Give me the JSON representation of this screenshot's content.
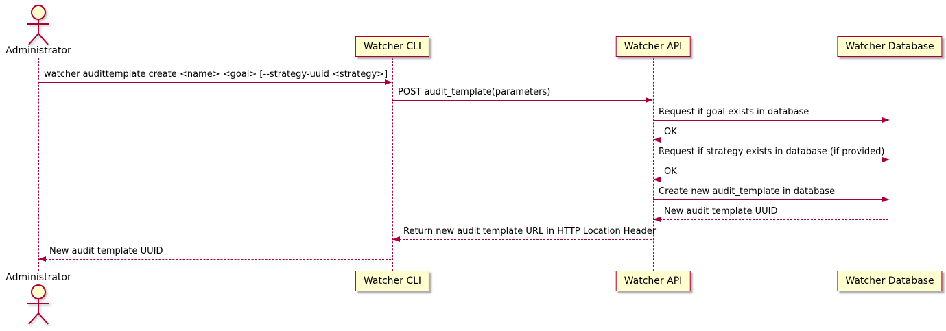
{
  "diagram": {
    "type": "uml-sequence-diagram",
    "actor": {
      "name": "Administrator"
    },
    "participants": [
      {
        "label": "Watcher CLI"
      },
      {
        "label": "Watcher API"
      },
      {
        "label": "Watcher Database"
      }
    ],
    "messages": [
      {
        "from": "Administrator",
        "to": "Watcher CLI",
        "style": "solid",
        "text": "watcher audittemplate create <name> <goal> [--strategy-uuid <strategy>]"
      },
      {
        "from": "Watcher CLI",
        "to": "Watcher API",
        "style": "solid",
        "text": "POST audit_template(parameters)"
      },
      {
        "from": "Watcher API",
        "to": "Watcher Database",
        "style": "solid",
        "text": "Request if goal exists in database"
      },
      {
        "from": "Watcher Database",
        "to": "Watcher API",
        "style": "dashed",
        "text": "OK"
      },
      {
        "from": "Watcher API",
        "to": "Watcher Database",
        "style": "solid",
        "text": "Request if strategy exists in database (if provided)"
      },
      {
        "from": "Watcher Database",
        "to": "Watcher API",
        "style": "dashed",
        "text": "OK"
      },
      {
        "from": "Watcher API",
        "to": "Watcher Database",
        "style": "solid",
        "text": "Create new audit_template in database"
      },
      {
        "from": "Watcher Database",
        "to": "Watcher API",
        "style": "dashed",
        "text": "New audit template UUID"
      },
      {
        "from": "Watcher API",
        "to": "Watcher CLI",
        "style": "dashed",
        "text": "Return new audit template URL in HTTP Location Header"
      },
      {
        "from": "Watcher CLI",
        "to": "Administrator",
        "style": "dashed",
        "text": "New audit template UUID"
      }
    ],
    "colors": {
      "border": "#A80036",
      "arrow": "#A80036",
      "participant_fill": "#FEFECE",
      "text": "#000000"
    }
  }
}
